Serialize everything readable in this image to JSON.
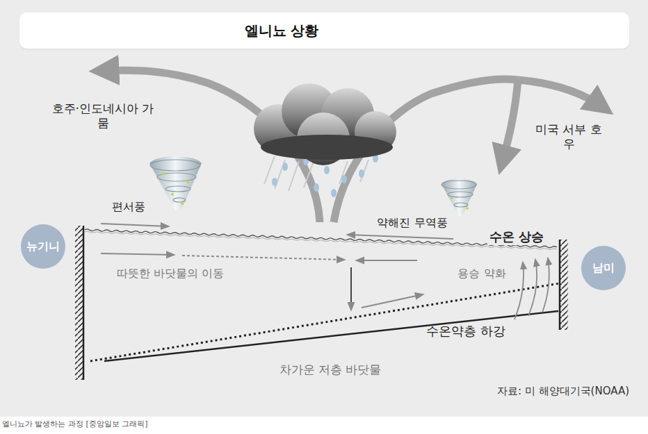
{
  "diagram": {
    "title": "엘니뇨 상황",
    "caption": "엘니뇨가 발생하는 과정 [중앙일보 그래픽]",
    "nodes": [
      {
        "text": [
          "뉴기니"
        ]
      },
      {
        "text": [
          "남미"
        ]
      }
    ],
    "labels": [
      "호주·인도네시아 가뭄",
      "미국 서부 호우",
      "편서풍",
      "약해진 무역풍",
      "수온 상승",
      "따뜻한 바닷물의 이동",
      "용승 약화",
      "수온약층 하강",
      "차가운 저층 바닷물",
      "자료: 미 해양대기국(NOAA)"
    ]
  }
}
